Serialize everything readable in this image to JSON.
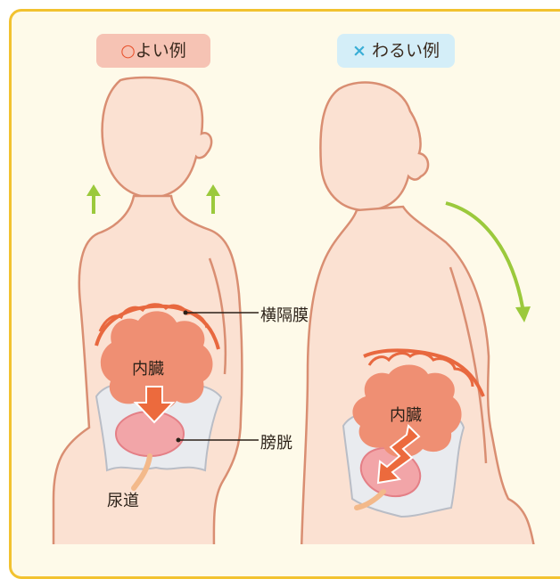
{
  "good": {
    "mark": "○",
    "label": "よい例"
  },
  "bad": {
    "mark": "×",
    "label": "わるい例"
  },
  "labels": {
    "diaphragm": "横隔膜",
    "viscera_good": "内臓",
    "viscera_bad": "内臓",
    "bladder": "膀胱",
    "urethra": "尿道"
  },
  "colors": {
    "panel_bg": "#fefae9",
    "panel_border": "#f2c230",
    "skin": "#fbe1d2",
    "outline": "#d98e72",
    "viscera": "#ef8f73",
    "diaphragm": "#e8683f",
    "arrow_green": "#9bc93c",
    "arrow_orange": "#ec6a3d",
    "bladder": "#f2a5a8",
    "pelvis": "#e9ebef"
  }
}
